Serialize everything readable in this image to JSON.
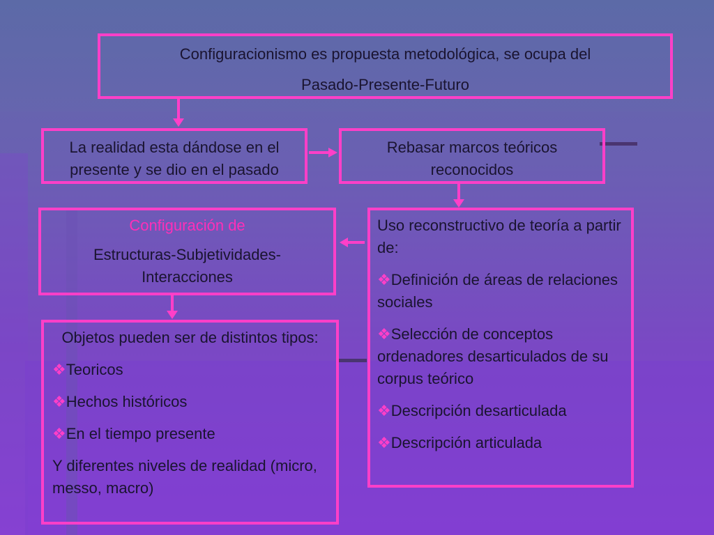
{
  "top_box": {
    "line1": "Configuracionismo es propuesta metodológica, se ocupa del",
    "line2": "Pasado-Presente-Futuro"
  },
  "realidad_box": {
    "text": "La realidad esta dándose en el presente y se dio en el pasado"
  },
  "rebasar_box": {
    "text": "Rebasar marcos teóricos reconocidos"
  },
  "configuracion_box": {
    "line1": "Configuración de",
    "line2": "Estructuras-Subjetividades-Interacciones"
  },
  "uso_box": {
    "intro": "Uso reconstructivo de teoría a partir de:",
    "items": [
      "Definición de áreas de relaciones sociales",
      "Selección de conceptos ordenadores desarticulados de su corpus teórico",
      "Descripción desarticulada",
      "Descripción articulada"
    ]
  },
  "objetos_box": {
    "intro": "Objetos pueden ser de distintos tipos:",
    "items": [
      "Teoricos",
      "Hechos históricos",
      "En el tiempo presente"
    ],
    "closing": "Y diferentes niveles de realidad (micro, messo, macro)"
  },
  "icons": {
    "bullet": "diamond-bullet-icon",
    "connector": "arrow-icon"
  },
  "colors": {
    "accent": "#ff3fc8",
    "highlight_text": "#ff2fb8"
  }
}
